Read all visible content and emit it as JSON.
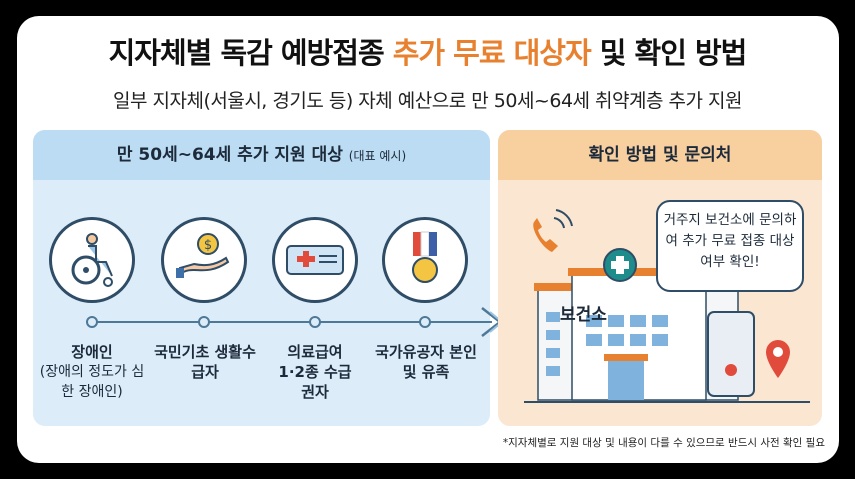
{
  "title": {
    "part1": "지자체별 독감 예방접종 ",
    "highlight": "추가 무료 대상자",
    "part2": " 및 확인 방법",
    "highlight_color": "#e8812f"
  },
  "subtitle": "일부 지자체(서울시, 경기도 등) 자체 예산으로 만 50세~64세 취약계층 추가 지원",
  "left_panel": {
    "header": "만 50세~64세 추가 지원 대상 ",
    "header_note": "(대표 예시)",
    "items": [
      {
        "icon": "wheelchair-icon",
        "label": "장애인",
        "sub": "(장애의 정도가 심한 장애인)"
      },
      {
        "icon": "hand-coin-icon",
        "label": "국민기초 생활수급자"
      },
      {
        "icon": "medical-card-icon",
        "label": "의료급여 1·2종 수급권자"
      },
      {
        "icon": "medal-icon",
        "label": "국가유공자 본인 및 유족"
      }
    ]
  },
  "right_panel": {
    "header": "확인 방법 및 문의처",
    "building_sign": "보건소",
    "bubble": "거주지 보건소에 문의하여 추가 무료 접종 대상 여부 확인!"
  },
  "footnote": "*지자체별로 지원 대상 및 내용이 다를 수 있으므로 반드시 사전 확인 필요"
}
